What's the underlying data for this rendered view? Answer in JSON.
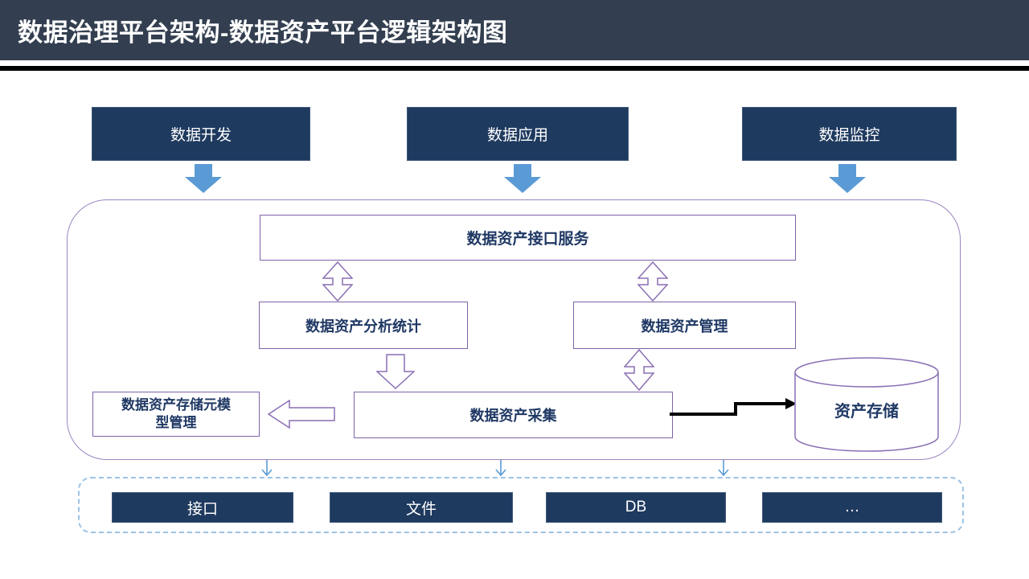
{
  "header": {
    "title": "数据治理平台架构-数据资产平台逻辑架构图"
  },
  "colors": {
    "header_bg": "#333F50",
    "navy_box_fill": "#1F3A5F",
    "blue_arrow": "#5B9BD5",
    "inner_box_border": "#7E63A8",
    "container_border": "#9B85C2",
    "dashed_border": "#9DC3E6",
    "box_text": "#1F3864",
    "connector_black": "#000000"
  },
  "top_boxes": [
    {
      "label": "数据开发"
    },
    {
      "label": "数据应用"
    },
    {
      "label": "数据监控"
    }
  ],
  "platform": {
    "interface_service": {
      "label": "数据资产接口服务"
    },
    "analysis": {
      "label": "数据资产分析统计"
    },
    "management": {
      "label": "数据资产管理"
    },
    "meta_model": {
      "label": "数据资产存储元模型管理"
    },
    "collection": {
      "label": "数据资产采集"
    },
    "storage": {
      "label": "资产存储"
    }
  },
  "data_sources": [
    {
      "label": "接口"
    },
    {
      "label": "文件"
    },
    {
      "label": "DB"
    },
    {
      "label": "…"
    }
  ]
}
